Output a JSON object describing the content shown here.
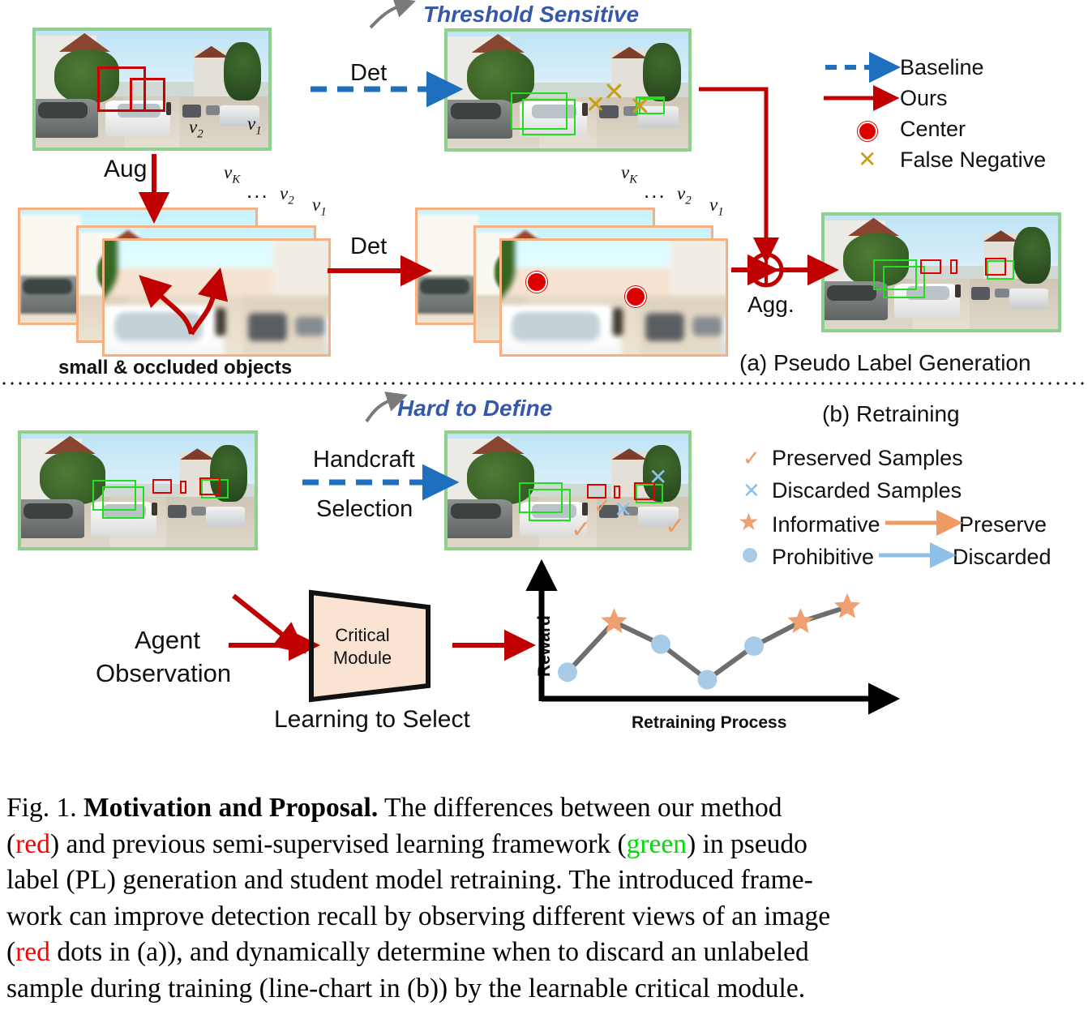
{
  "figure": {
    "panel_a_title": "(a) Pseudo Label Generation",
    "panel_b_title": "(b) Retraining"
  },
  "annotations": {
    "threshold_sensitive": "Threshold Sensitive",
    "hard_to_define": "Hard to Define",
    "det_1": "Det",
    "det_2": "Det",
    "aug": "Aug",
    "agg": "Agg.",
    "small_occluded": "small & occluded objects",
    "handcraft": "Handcraft",
    "selection": "Selection",
    "agent": "Agent",
    "observation": "Observation",
    "critical_module_line1": "Critical",
    "critical_module_line2": "Module",
    "learning_to_select": "Learning to Select",
    "ellipsis": "..."
  },
  "view_labels": {
    "v1": "v",
    "v1_sub": "1",
    "v2": "v",
    "v2_sub": "2",
    "vK": "v",
    "vK_sub": "K"
  },
  "legend_a": {
    "items": [
      {
        "label": "Baseline",
        "icon": "dashed-arrow-icon",
        "color": "#1f6fbf"
      },
      {
        "label": "Ours",
        "icon": "solid-arrow-icon",
        "color": "#c00000"
      },
      {
        "label": "Center",
        "icon": "filled-circle-icon",
        "color": "#e00000"
      },
      {
        "label": "False Negative",
        "icon": "x-mark-icon",
        "color": "#c8a016"
      }
    ]
  },
  "legend_b": {
    "items": [
      {
        "label": "Preserved Samples",
        "icon": "check-icon",
        "color": "#ed9a63"
      },
      {
        "label": "Discarded Samples",
        "icon": "x-mark-icon",
        "color": "#8fc0e8"
      },
      {
        "label": "Informative",
        "icon": "star-icon",
        "color": "#f0a070",
        "arrow_to": "Preserve",
        "arrow_color": "#ed9a63"
      },
      {
        "label": "Prohibitive",
        "icon": "circle-icon",
        "color": "#a8cce8",
        "arrow_to": "Discarded",
        "arrow_color": "#8fc0e8"
      }
    ]
  },
  "chart_data": {
    "type": "line",
    "title": "",
    "xlabel": "Retraining Process",
    "ylabel": "Reward",
    "grid": false,
    "legend_position": "external",
    "x": [
      1,
      2,
      3,
      4,
      5,
      6,
      7
    ],
    "values": [
      18,
      72,
      48,
      10,
      46,
      72,
      88
    ],
    "point_types": [
      "prohibitive",
      "informative",
      "prohibitive",
      "prohibitive",
      "prohibitive",
      "informative",
      "informative"
    ],
    "marker_map": {
      "informative": {
        "shape": "star",
        "color": "#f0a070"
      },
      "prohibitive": {
        "shape": "circle",
        "color": "#a8cce8"
      }
    },
    "line_color": "#6e6e6e",
    "xlim": [
      0,
      8
    ],
    "ylim": [
      0,
      100
    ],
    "axis_arrows": true,
    "tick_labels_x": [],
    "tick_labels_y": []
  },
  "caption": {
    "lines": [
      [
        {
          "t": "Fig. 1.   ",
          "s": "normal"
        },
        {
          "t": "Motivation and Proposal.",
          "s": "bold"
        },
        {
          "t": " The differences between our method",
          "s": "normal"
        }
      ],
      [
        {
          "t": "(",
          "s": "normal"
        },
        {
          "t": "red",
          "s": "red"
        },
        {
          "t": ") and previous semi-supervised learning framework (",
          "s": "normal"
        },
        {
          "t": "green",
          "s": "green"
        },
        {
          "t": ") in pseudo",
          "s": "normal"
        }
      ],
      [
        {
          "t": "label (PL) generation and student model retraining. The introduced frame-",
          "s": "normal"
        }
      ],
      [
        {
          "t": "work can improve detection recall by observing different views of an image",
          "s": "normal"
        }
      ],
      [
        {
          "t": "(",
          "s": "normal"
        },
        {
          "t": "red",
          "s": "red"
        },
        {
          "t": " dots in (a)), and dynamically determine when to discard an unlabeled",
          "s": "normal"
        }
      ],
      [
        {
          "t": "sample during training (line-chart in (b)) by the learnable critical module.",
          "s": "normal"
        }
      ]
    ]
  }
}
